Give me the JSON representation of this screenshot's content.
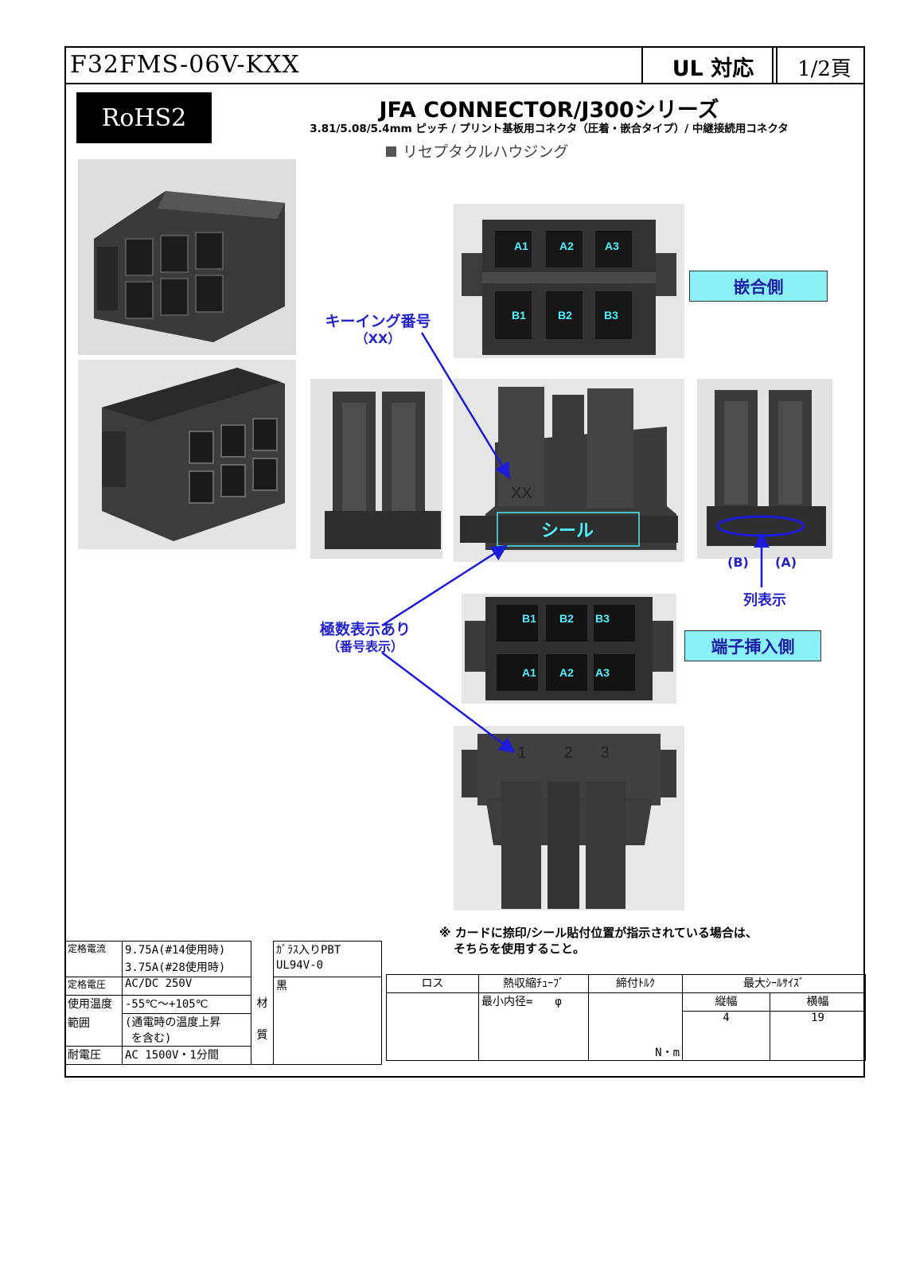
{
  "header": {
    "part_number": "F32FMS-06V-KXX",
    "ul_label": "UL 対応",
    "page_label": "1/2頁"
  },
  "rohs_badge": "RoHS2",
  "title": "JFA CONNECTOR/J300シリーズ",
  "subtitle": "3.81/5.08/5.4mm ピッチ / プリント基板用コネクタ（圧着・嵌合タイプ）/ 中継接続用コネクタ",
  "product_type": "リセプタクルハウジング",
  "mating_side": {
    "label": "嵌合側",
    "top_row": [
      "A1",
      "A2",
      "A3"
    ],
    "bottom_row": [
      "B1",
      "B2",
      "B3"
    ]
  },
  "insert_side": {
    "label": "端子挿入側",
    "top_row": [
      "B1",
      "B2",
      "B3"
    ],
    "bottom_row": [
      "A1",
      "A2",
      "A3"
    ]
  },
  "callouts": {
    "keying_number": "キーイング番号",
    "keying_number_sub": "（XX）",
    "seal": "シール",
    "pole_display": "極数表示あり",
    "pole_display_sub": "（番号表示）",
    "row_display": "列表示",
    "row_b": "(B)",
    "row_a": "(A)"
  },
  "photo_marks": {
    "keying": "XX",
    "side_numbers": [
      "1",
      "2",
      "3"
    ]
  },
  "note": {
    "line1": "※ カードに捺印/シール貼付位置が指示されている場合は、",
    "line2": "そちらを使用すること。"
  },
  "specs": {
    "rated_current_label": "定格電流",
    "rated_current_1": "9.75A(#14使用時)",
    "rated_current_2": "3.75A(#28使用時)",
    "rated_voltage_label": "定格電圧",
    "rated_voltage": "AC/DC 250V",
    "temp_label_1": "使用温度",
    "temp_label_2": "範囲",
    "temp_1": "-55℃～+105℃",
    "temp_2": "(通電時の温度上昇",
    "temp_3": "を含む)",
    "withstand_label": "耐電圧",
    "withstand": "AC 1500V・1分間",
    "material_label_1": "材",
    "material_label_2": "質",
    "material_1": "ｶﾞﾗｽ入りPBT",
    "material_2": "UL94V-0",
    "material_3": "黒"
  },
  "right_table": {
    "headers": [
      "ロス",
      "熱収縮ﾁｭｰﾌﾞ",
      "締付ﾄﾙｸ",
      "最大ｼｰﾙｻｲｽﾞ"
    ],
    "min_inner_diameter": "最小内径=　　φ",
    "torque_unit": "N・m",
    "seal_height_label": "縦幅",
    "seal_width_label": "横幅",
    "seal_height": "4",
    "seal_width": "19"
  }
}
